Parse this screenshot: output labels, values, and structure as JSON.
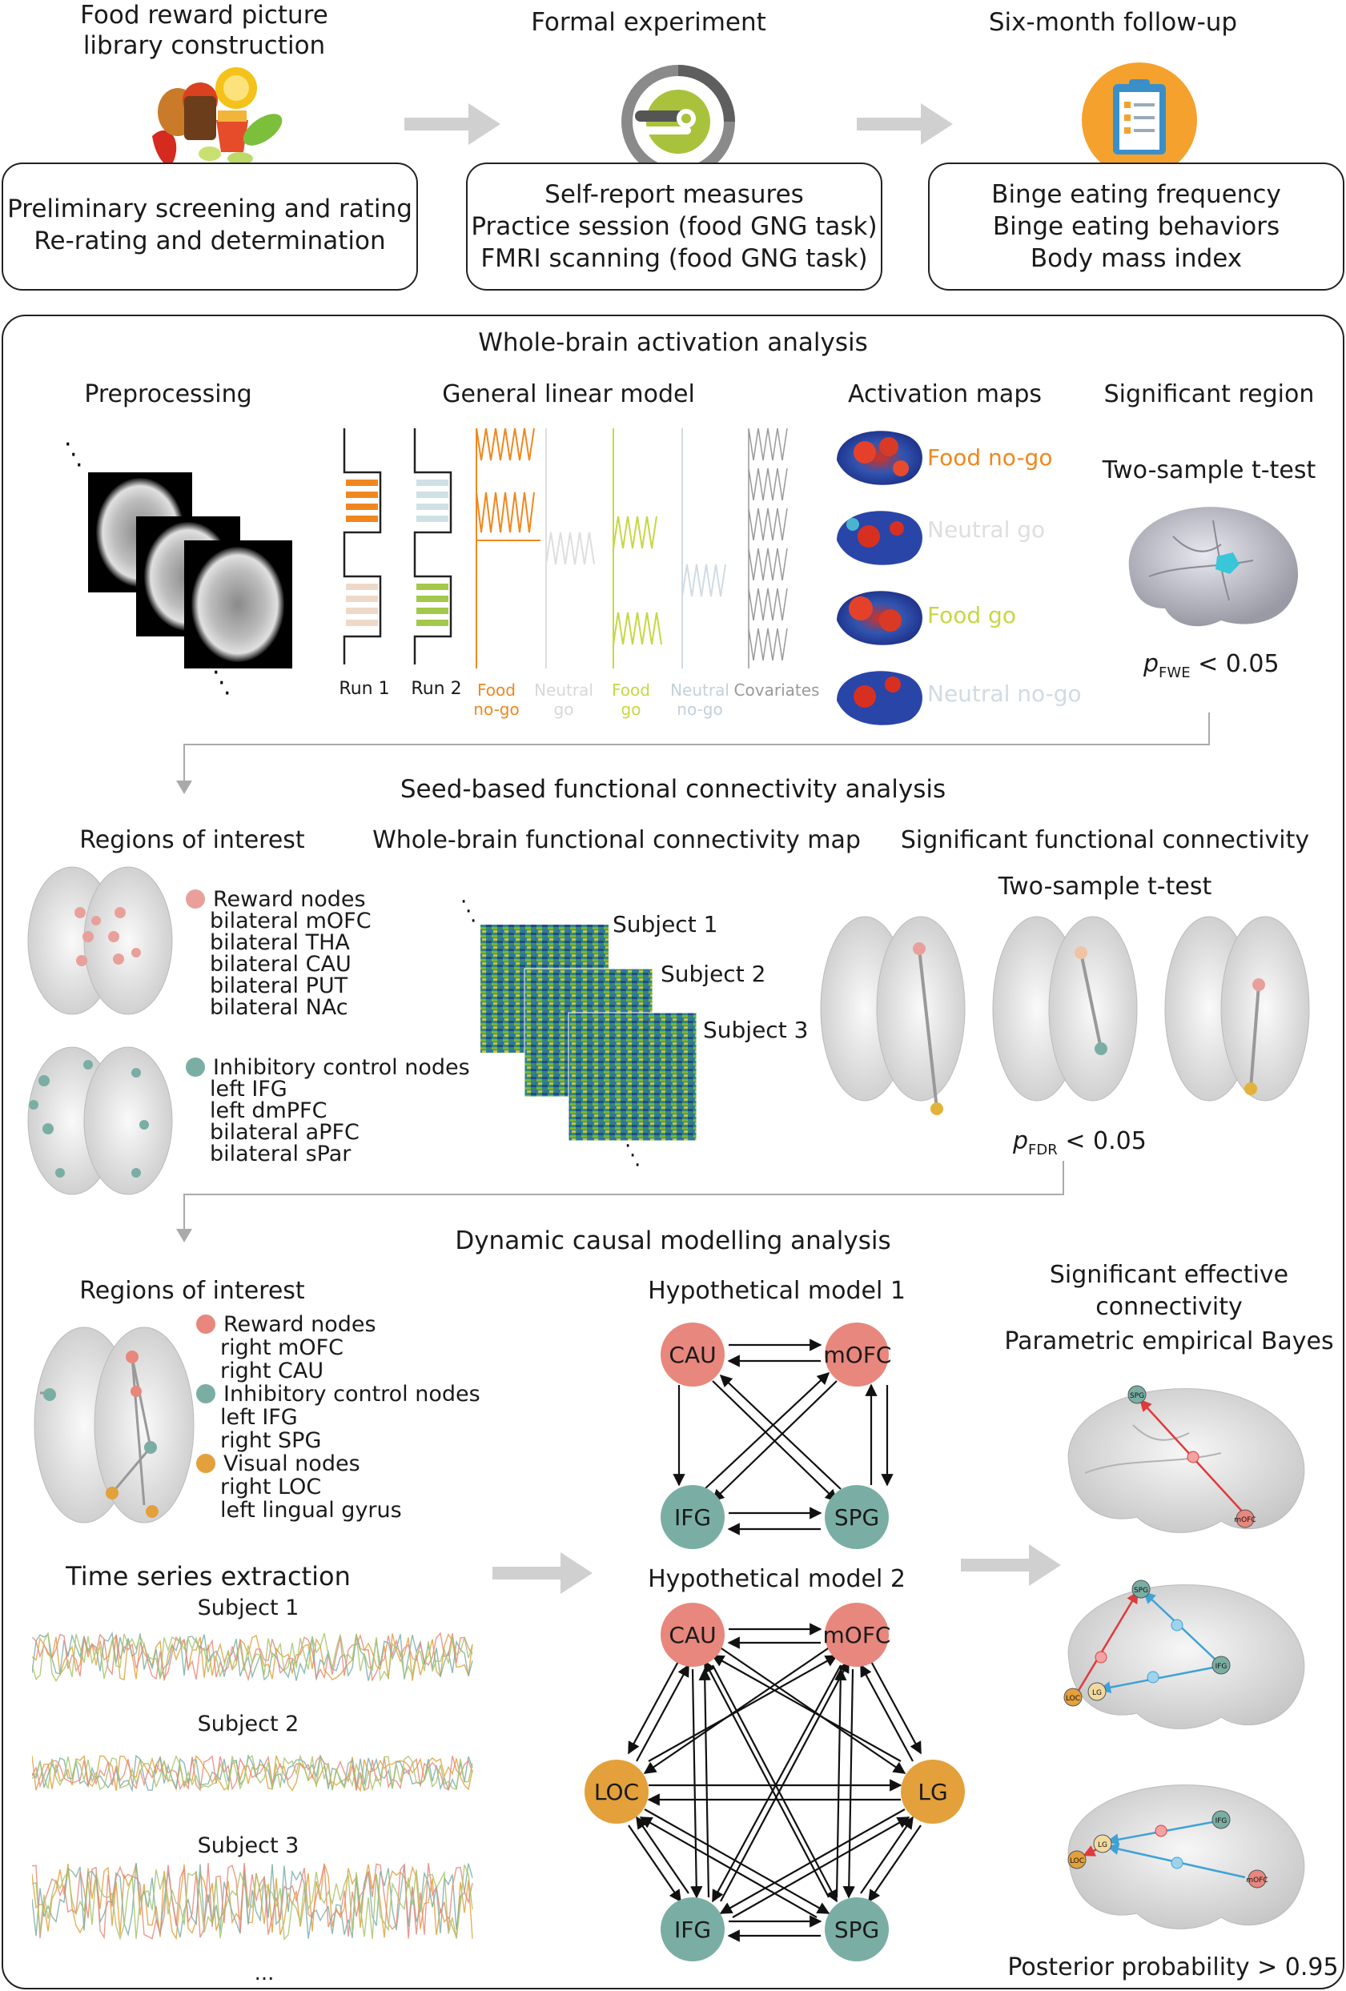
{
  "top": {
    "stage1": {
      "title_line1": "Food reward picture",
      "title_line2": "library construction",
      "lines": [
        "Preliminary screening and rating",
        "Re-rating and determination"
      ]
    },
    "stage2": {
      "title": "Formal experiment",
      "lines": [
        "Self-report measures",
        "Practice session (food GNG task)",
        "FMRI scanning (food GNG task)"
      ]
    },
    "stage3": {
      "title": "Six-month follow-up",
      "lines": [
        "Binge eating frequency",
        "Binge eating behaviors",
        "Body mass index"
      ]
    }
  },
  "whole_brain": {
    "title": "Whole-brain activation analysis",
    "preprocessing": "Preprocessing",
    "glm": "General linear model",
    "glm_labels": {
      "run1": "Run 1",
      "run2": "Run 2",
      "food_nogo": [
        "Food",
        "no-go"
      ],
      "neutral_go": [
        "Neutral",
        "go"
      ],
      "food_go": [
        "Food",
        "go"
      ],
      "neutral_nogo": [
        "Neutral",
        "no-go"
      ],
      "covariates": "Covariates"
    },
    "activation_maps": "Activation maps",
    "maps": [
      {
        "label": "Food no-go",
        "color": "#f0871e"
      },
      {
        "label": "Neutral go",
        "color": "#dedede"
      },
      {
        "label": "Food go",
        "color": "#c5d843"
      },
      {
        "label": "Neutral no-go",
        "color": "#d0dbe4"
      }
    ],
    "significant_region": "Significant region",
    "test": "Two-sample t-test",
    "threshold": "p FWE < 0.05"
  },
  "seed_fc": {
    "title": "Seed-based functional connectivity analysis",
    "roi_title": "Regions of interest",
    "reward_nodes": {
      "label": "Reward nodes",
      "color": "#e9a09b",
      "items": [
        "bilateral mOFC",
        "bilateral THA",
        "bilateral CAU",
        "bilateral PUT",
        "bilateral NAc"
      ]
    },
    "inhibitory_nodes": {
      "label": "Inhibitory control nodes",
      "color": "#7aaea4",
      "items": [
        "left IFG",
        "left dmPFC",
        "bilateral aPFC",
        "bilateral sPar"
      ]
    },
    "map_title": "Whole-brain functional connectivity map",
    "subjects": [
      "Subject 1",
      "Subject 2",
      "Subject 3"
    ],
    "sig_title": "Significant functional connectivity",
    "test": "Two-sample t-test",
    "threshold": "p FDR < 0.05"
  },
  "dcm": {
    "title": "Dynamic causal modelling analysis",
    "roi_title": "Regions of interest",
    "reward_nodes": {
      "label": "Reward nodes",
      "color": "#e8877d",
      "items": [
        "right mOFC",
        "right CAU"
      ]
    },
    "inhibitory_nodes": {
      "label": "Inhibitory control nodes",
      "color": "#7aaea4",
      "items": [
        "left IFG",
        "right SPG"
      ]
    },
    "visual_nodes": {
      "label": "Visual nodes",
      "color": "#e3a03b",
      "items": [
        "right LOC",
        "left lingual gyrus"
      ]
    },
    "timeseries_title": "Time series extraction",
    "timeseries_subjects": [
      "Subject 1",
      "Subject 2",
      "Subject 3"
    ],
    "ellipsis": "...",
    "model1_title": "Hypothetical model 1",
    "model2_title": "Hypothetical model 2",
    "node_labels": {
      "cau": "CAU",
      "mofc": "mOFC",
      "ifg": "IFG",
      "spg": "SPG",
      "loc": "LOC",
      "lg": "LG"
    },
    "effective_title_line1": "Significant effective",
    "effective_title_line2": "connectivity",
    "peb": "Parametric empirical Bayes",
    "posterior": "Posterior probability > 0.95",
    "brain_tags": [
      "SPG",
      "mOFC",
      "SPG",
      "IFG",
      "LG",
      "LOC",
      "IFG",
      "LG",
      "LOC",
      "mOFC"
    ]
  },
  "colors": {
    "reward": "#e8877d",
    "inhibitory": "#7aaea4",
    "visual": "#e3a03b",
    "arrow_gray": "#cfcfcf"
  }
}
